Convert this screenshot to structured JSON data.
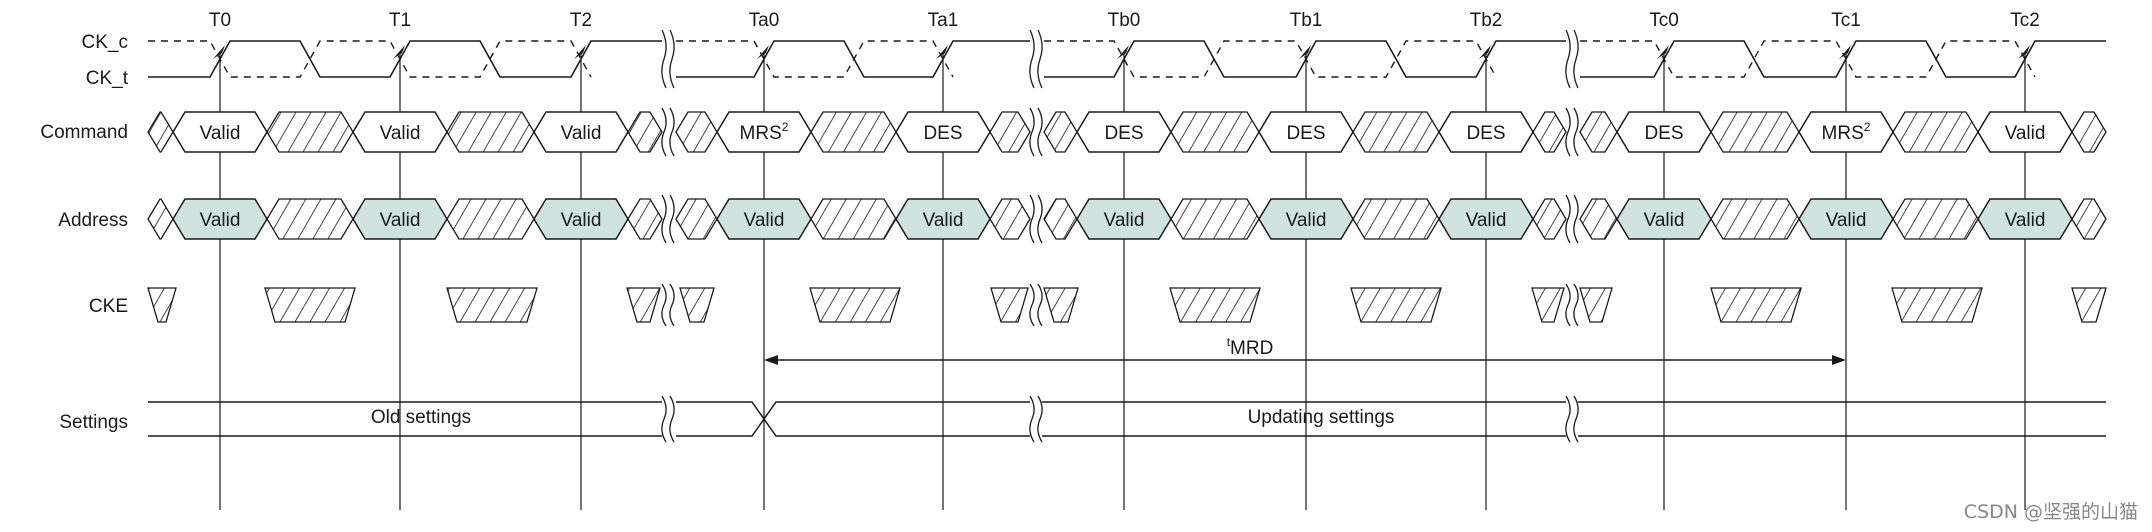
{
  "signals": {
    "ck_c": "CK_c",
    "ck_t": "CK_t",
    "command": "Command",
    "address": "Address",
    "cke": "CKE",
    "settings": "Settings"
  },
  "time_labels": [
    "T0",
    "T1",
    "T2",
    "Ta0",
    "Ta1",
    "Tb0",
    "Tb1",
    "Tb2",
    "Tc0",
    "Tc1",
    "Tc2"
  ],
  "command": [
    {
      "text": "Valid",
      "sup": ""
    },
    {
      "text": "Valid",
      "sup": ""
    },
    {
      "text": "Valid",
      "sup": ""
    },
    {
      "text": "MRS",
      "sup": "2"
    },
    {
      "text": "DES",
      "sup": ""
    },
    {
      "text": "DES",
      "sup": ""
    },
    {
      "text": "DES",
      "sup": ""
    },
    {
      "text": "DES",
      "sup": ""
    },
    {
      "text": "DES",
      "sup": ""
    },
    {
      "text": "MRS",
      "sup": "2"
    },
    {
      "text": "Valid",
      "sup": ""
    }
  ],
  "address": [
    "Valid",
    "Valid",
    "Valid",
    "Valid",
    "Valid",
    "Valid",
    "Valid",
    "Valid",
    "Valid",
    "Valid",
    "Valid"
  ],
  "settings": {
    "old": "Old settings",
    "updating": "Updating settings"
  },
  "tmrd": {
    "sup": "t",
    "label": "MRD"
  },
  "watermark": "CSDN @坚强的山猫",
  "colors": {
    "line": "#1a1a1a",
    "valid_fill": "#cfe4de",
    "hatch": "#1a1a1a"
  }
}
